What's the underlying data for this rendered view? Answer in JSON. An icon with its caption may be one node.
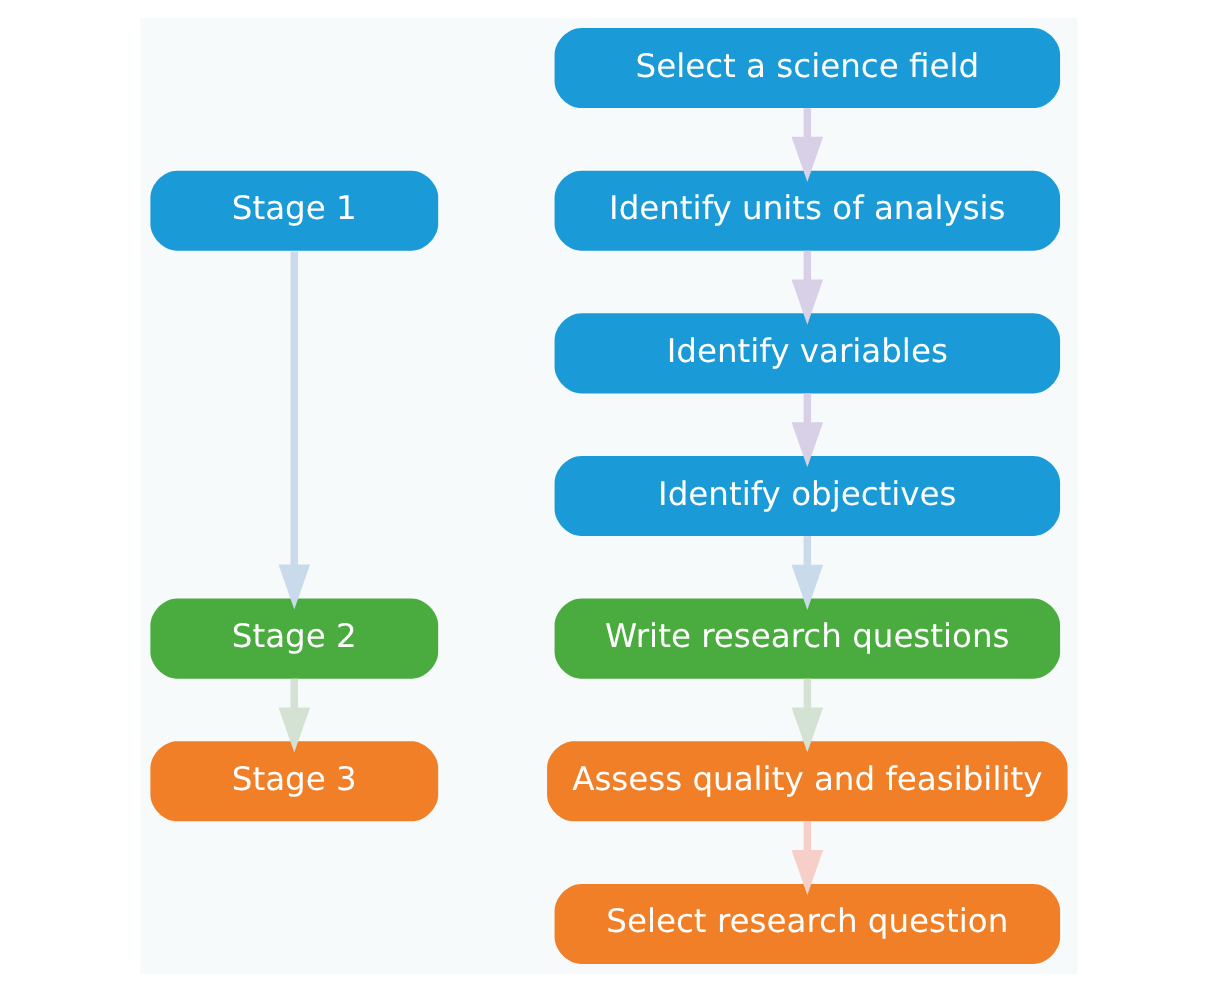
{
  "diagram": {
    "nodes": [
      {
        "text": [
          "Stage 1"
        ]
      },
      {
        "text": [
          "Stage 2"
        ]
      },
      {
        "text": [
          "Stage 3"
        ]
      },
      {
        "text": [
          "Select a science field"
        ]
      },
      {
        "text": [
          "Identify units of analysis"
        ]
      },
      {
        "text": [
          "Identify variables"
        ]
      },
      {
        "text": [
          "Identify objectives"
        ]
      },
      {
        "text": [
          "Write research questions"
        ]
      },
      {
        "text": [
          "Assess quality and feasibility"
        ]
      },
      {
        "text": [
          "Select research question"
        ]
      }
    ],
    "edges": [
      {
        "from": 0,
        "to": 1,
        "arrow": "to",
        "color": "#c9daea"
      },
      {
        "from": 1,
        "to": 2,
        "arrow": "to",
        "color": "#d3e2d3"
      },
      {
        "from": 3,
        "to": 4,
        "arrow": "to",
        "color": "#d8d0e6"
      },
      {
        "from": 4,
        "to": 5,
        "arrow": "to",
        "color": "#d8d0e6"
      },
      {
        "from": 5,
        "to": 6,
        "arrow": "to",
        "color": "#d8d0e6"
      },
      {
        "from": 6,
        "to": 7,
        "arrow": "to",
        "color": "#c9daea"
      },
      {
        "from": 7,
        "to": 8,
        "arrow": "to",
        "color": "#d3e2d3"
      },
      {
        "from": 8,
        "to": 9,
        "arrow": "to",
        "color": "#f6d0c8"
      }
    ]
  }
}
